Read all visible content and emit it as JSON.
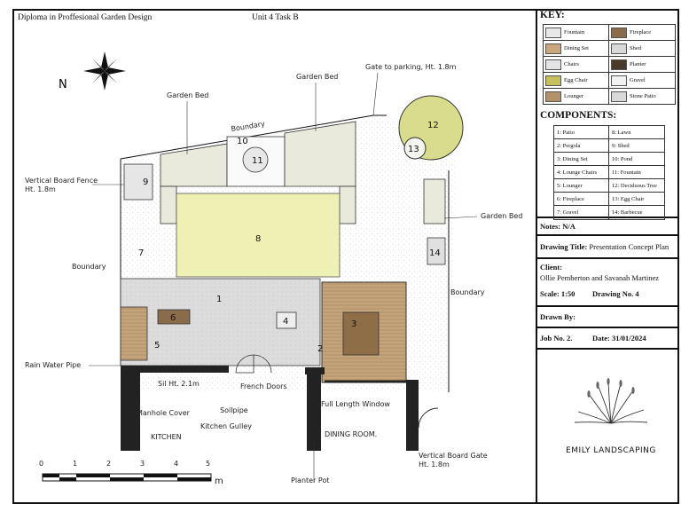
{
  "header": {
    "course": "Diploma in Proffesional Garden Design",
    "task": "Unit 4 Task B"
  },
  "labels": {
    "north": "N",
    "garden_bed_1": "Garden Bed",
    "garden_bed_2": "Garden Bed",
    "garden_bed_3": "Garden Bed",
    "gate_parking": "Gate to parking, Ht. 1.8m",
    "boundary_top": "Boundary",
    "boundary_left": "Boundary",
    "boundary_right": "Boundary",
    "fence_line1": "Vertical Board Fence",
    "fence_line2": "Ht. 1.8m",
    "rain_water_pipe": "Rain Water Pipe",
    "sil_ht": "Sil Ht. 2.1m",
    "french_doors": "French Doors",
    "manhole": "Manhole Cover",
    "soilpipe": "Soilpipe",
    "kitchen_gulley": "Kitchen Gulley",
    "kitchen": "KITCHEN",
    "full_length_window": "Full Length Window",
    "dining_room": "DINING ROOM.",
    "gate_line1": "Vertical Board Gate",
    "gate_line2": "Ht. 1.8m",
    "planter_pot": "Planter Pot",
    "brand": "EMILY LANDSCAPING"
  },
  "plan_numbers": [
    "1",
    "2",
    "3",
    "4",
    "5",
    "6",
    "7",
    "8",
    "9",
    "10",
    "11",
    "12",
    "13",
    "14"
  ],
  "scale_bar": {
    "ticks": [
      "0",
      "1",
      "2",
      "3",
      "4",
      "5"
    ],
    "unit": "m"
  },
  "key": {
    "title": "KEY:",
    "items": [
      {
        "label": "Fountain",
        "icon": "fountain-swatch",
        "color": "#e8e8e8"
      },
      {
        "label": "Fireplace",
        "icon": "fireplace-swatch",
        "color": "#8a6b4a"
      },
      {
        "label": "Dining Set",
        "icon": "dining-set-swatch",
        "color": "#c9a77a"
      },
      {
        "label": "Shed",
        "icon": "shed-swatch",
        "color": "#d8d8d8"
      },
      {
        "label": "Chairs",
        "icon": "chairs-swatch",
        "color": "#e4e4e4"
      },
      {
        "label": "Planter",
        "icon": "planter-swatch",
        "color": "#4a3a2a"
      },
      {
        "label": "Egg Chair",
        "icon": "egg-chair-swatch",
        "color": "#c8c060"
      },
      {
        "label": "Gravel",
        "icon": "gravel-swatch",
        "color": "#f2f2f2"
      },
      {
        "label": "Lounger",
        "icon": "lounger-swatch",
        "color": "#b49068"
      },
      {
        "label": "Stone Patio",
        "icon": "stone-patio-swatch",
        "color": "#d9d9d9"
      }
    ]
  },
  "components": {
    "title": "COMPONENTS:",
    "items": [
      "1: Patio",
      "8: Lawn",
      "2: Pergola",
      "9: Shed",
      "3: Dining Set",
      "10: Pond",
      "4: Lounge Chairs",
      "11: Fountain",
      "5: Lounger",
      "12: Deciduous Tree",
      "6: Fireplace",
      "13: Egg Chair",
      "7: Gravel",
      "14: Barbecue"
    ]
  },
  "info": {
    "notes": "Notes: N/A",
    "drawing_title_label": "Drawing Title:",
    "drawing_title": "Presentation Concept Plan",
    "client_label": "Client:",
    "client": "Ollie Pemberton and Savanah Martinez",
    "scale": "Scale: 1:50",
    "drawing_no": "Drawing No. 4",
    "drawn_by": "Drawn By:",
    "job_no": "Job No. 2.",
    "date": "Date: 31/01/2024"
  },
  "colors": {
    "lawn": "#eef0b4",
    "patio": "#dcdcdc",
    "wood": "#b79873",
    "wall": "#222222",
    "tree": "#d8dc8c"
  }
}
